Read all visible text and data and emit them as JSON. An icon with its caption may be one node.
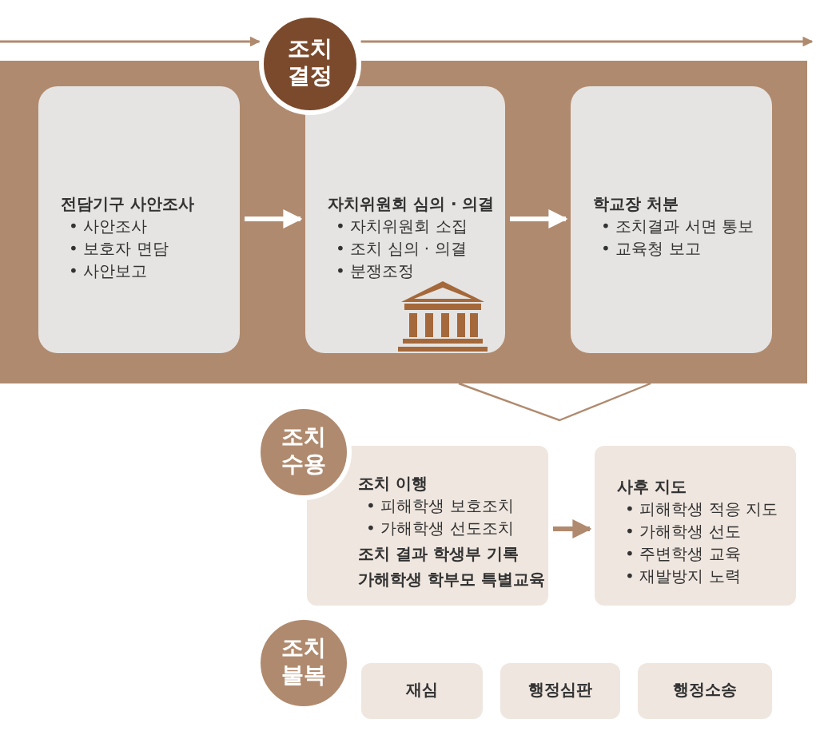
{
  "diagram": {
    "nodes": [
      {
        "text": [
          "조치 결정"
        ]
      },
      {
        "text": [
          "전담기구 사안조사",
          "• 사안조사",
          "• 보호자 면담",
          "• 사안보고"
        ]
      },
      {
        "text": [
          "자치위원회 심의 · 의결",
          "• 자치위원회 소집",
          "• 조치 심의 · 의결",
          "• 분쟁조정"
        ]
      },
      {
        "text": [
          "학교장 처분",
          "• 조치결과 서면 통보",
          "• 교육청 보고"
        ]
      },
      {
        "text": [
          "조치 수용"
        ]
      },
      {
        "text": [
          "조치 이행",
          "• 피해학생 보호조치",
          "• 가해학생 선도조치",
          "조치 결과 학생부 기록",
          "가해학생 학부모 특별교육"
        ]
      },
      {
        "text": [
          "사후 지도",
          "• 피해학생 적응 지도",
          "• 가해학생 선도",
          "• 주변학생 교육",
          "• 재발방지 노력"
        ]
      },
      {
        "text": [
          "조치 불복"
        ]
      },
      {
        "text": [
          "재심"
        ]
      },
      {
        "text": [
          "행정심판"
        ]
      },
      {
        "text": [
          "행정소송"
        ]
      }
    ],
    "edges": [
      {
        "from": null,
        "to": 0,
        "arrow": "to"
      },
      {
        "from": 0,
        "to": null,
        "arrow": "to"
      },
      {
        "from": 1,
        "to": 2,
        "arrow": "to",
        "color": "#ffffff"
      },
      {
        "from": 2,
        "to": 3,
        "arrow": "to",
        "color": "#ffffff"
      },
      {
        "from": 5,
        "to": 6,
        "arrow": "to"
      }
    ]
  }
}
